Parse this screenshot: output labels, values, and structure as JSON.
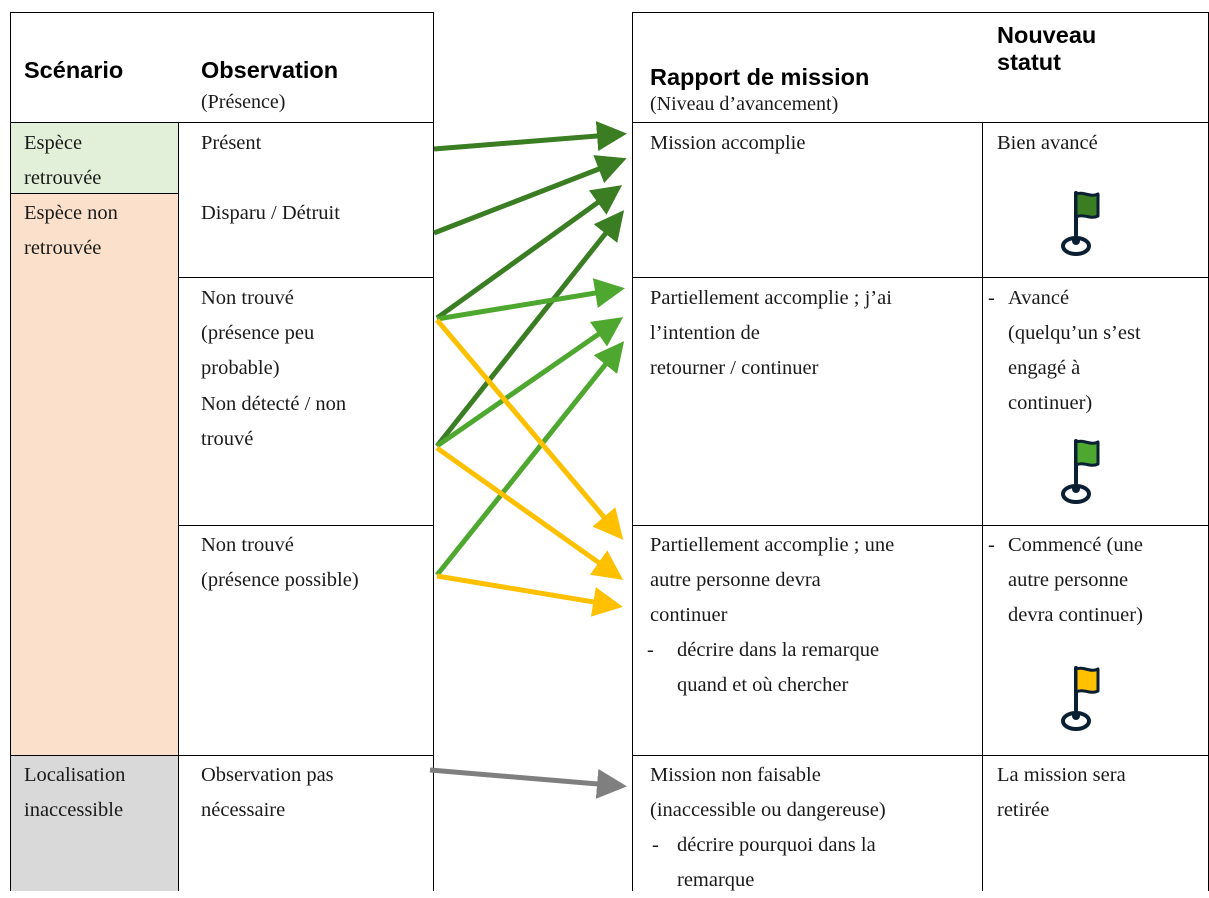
{
  "headers": {
    "scenario": "Scénario",
    "observation": "Observation",
    "observation_sub": "(Présence)",
    "rapport": "Rapport de mission",
    "rapport_sub": "(Niveau d’avancement)",
    "statut": "Nouveau\nstatut"
  },
  "scenarios": {
    "retrouvee": "Espèce\nretrouvée",
    "non_retrouvee": "Espèce non\nretrouvée",
    "inaccessible": "Localisation\ninaccessible"
  },
  "observations": {
    "present": "Présent",
    "disparu": "Disparu / Détruit",
    "non_trouve_peu": "Non trouvé\n(présence peu\nprobable)",
    "non_detecte": "Non détecté / non\ntrouvé",
    "non_trouve_possible": "Non trouvé\n(présence possible)",
    "pas_necessaire": "Observation pas\nnécessaire"
  },
  "rapports": {
    "accomplie": "Mission accomplie",
    "partiel_moi": "Partiellement accomplie ; j’ai\nl’intention de\nretourner / continuer",
    "partiel_autre": "Partiellement accomplie ; une\nautre personne devra\ncontinuer",
    "partiel_autre_bullet": "-",
    "partiel_autre_note": "décrire dans la remarque\nquand et où chercher",
    "non_faisable": "Mission non faisable\n(inaccessible ou dangereuse)",
    "non_faisable_bullet": "-",
    "non_faisable_note": "décrire pourquoi dans la\nremarque"
  },
  "statuts": {
    "bien_avance": "Bien avancé",
    "avance_bullet": "-",
    "avance": "Avancé\n(quelqu’un s’est\nengagé à\ncontinuer)",
    "commence_bullet": "-",
    "commence": "Commencé (une\nautre personne\ndevra continuer)",
    "retiree": "La mission sera\nretirée"
  },
  "colors": {
    "dark_green": "#3a7d22",
    "light_green": "#4ea72e",
    "yellow": "#ffc000",
    "grey": "#7f7f7f",
    "flag_dark_green": "#3a7d22",
    "flag_light_green": "#4ea72e",
    "flag_yellow": "#ffc000",
    "scenario_green_bg": "#e2f0d9",
    "scenario_peach_bg": "#fbe1cc",
    "scenario_grey_bg": "#d9d9d9"
  },
  "icons": [
    "flag-dark-green-icon",
    "flag-light-green-icon",
    "flag-yellow-icon"
  ]
}
